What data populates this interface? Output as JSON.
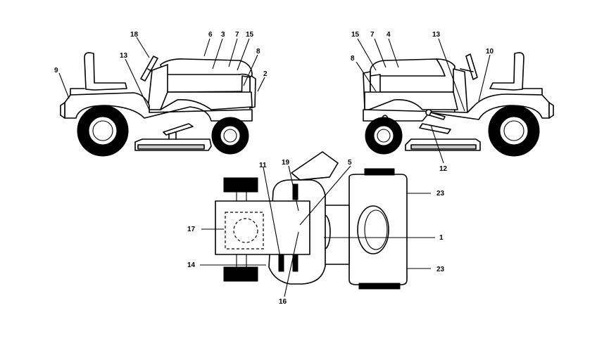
{
  "labels": {
    "left_view": {
      "l18": "18",
      "l6": "6",
      "l3": "3",
      "l7": "7",
      "l15": "15",
      "l8": "8",
      "l2": "2",
      "l9": "9",
      "l13": "13"
    },
    "right_view": {
      "l15": "15",
      "l7": "7",
      "l4": "4",
      "l13": "13",
      "l10": "10",
      "l8": "8",
      "l12": "12"
    },
    "top_view": {
      "l11": "11",
      "l19": "19",
      "l5": "5",
      "l23a": "23",
      "l17": "17",
      "l1": "1",
      "l14": "14",
      "l23b": "23",
      "l16": "16"
    }
  },
  "colors": {
    "line": "#000000",
    "background": "#ffffff",
    "panel": "#c8c8c8"
  }
}
